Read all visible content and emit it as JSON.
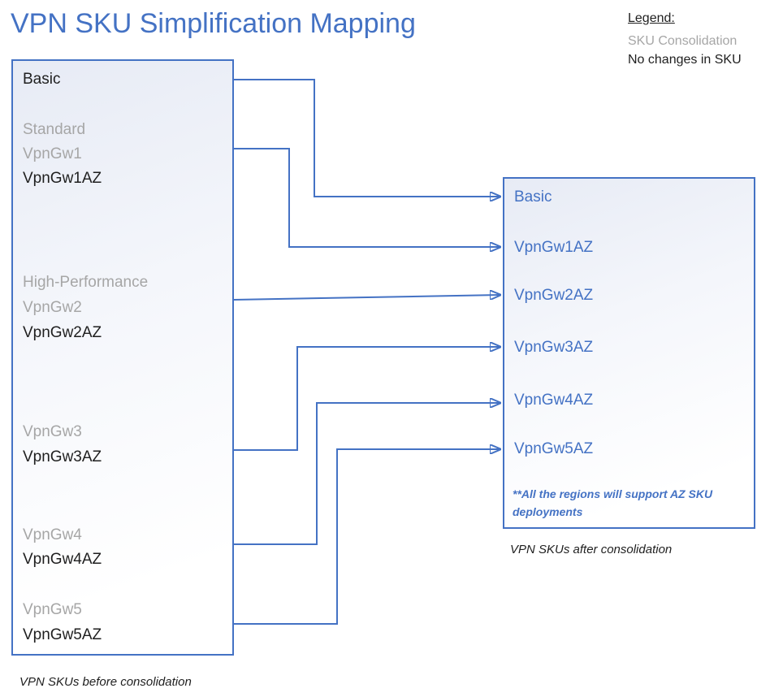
{
  "title": "VPN SKU Simplification Mapping",
  "legend": {
    "heading": "Legend:",
    "items": [
      {
        "label": "SKU Consolidation",
        "meaning": "consolidated"
      },
      {
        "label": "No changes in SKU",
        "meaning": "no-change"
      }
    ]
  },
  "before": {
    "caption": "VPN SKUs before consolidation",
    "items": [
      {
        "label": "Basic",
        "status": "no-change"
      },
      {
        "label": "Standard",
        "status": "consolidated"
      },
      {
        "label": "VpnGw1",
        "status": "consolidated"
      },
      {
        "label": "VpnGw1AZ",
        "status": "no-change"
      },
      {
        "label": "High-Performance",
        "status": "consolidated"
      },
      {
        "label": "VpnGw2",
        "status": "consolidated"
      },
      {
        "label": "VpnGw2AZ",
        "status": "no-change"
      },
      {
        "label": "VpnGw3",
        "status": "consolidated"
      },
      {
        "label": "VpnGw3AZ",
        "status": "no-change"
      },
      {
        "label": "VpnGw4",
        "status": "consolidated"
      },
      {
        "label": "VpnGw4AZ",
        "status": "no-change"
      },
      {
        "label": "VpnGw5",
        "status": "consolidated"
      },
      {
        "label": "VpnGw5AZ",
        "status": "no-change"
      }
    ]
  },
  "after": {
    "caption": "VPN SKUs after consolidation",
    "items": [
      {
        "label": "Basic"
      },
      {
        "label": "VpnGw1AZ"
      },
      {
        "label": "VpnGw2AZ"
      },
      {
        "label": "VpnGw3AZ"
      },
      {
        "label": "VpnGw4AZ"
      },
      {
        "label": "VpnGw5AZ"
      }
    ],
    "note": "**All the regions will support AZ SKU deployments"
  },
  "mappings": [
    {
      "from": "Basic",
      "to": "Basic"
    },
    {
      "from": "Standard / VpnGw1 / VpnGw1AZ",
      "to": "VpnGw1AZ"
    },
    {
      "from": "High-Performance / VpnGw2 / VpnGw2AZ",
      "to": "VpnGw2AZ"
    },
    {
      "from": "VpnGw3 / VpnGw3AZ",
      "to": "VpnGw3AZ"
    },
    {
      "from": "VpnGw4 / VpnGw4AZ",
      "to": "VpnGw4AZ"
    },
    {
      "from": "VpnGw5 / VpnGw5AZ",
      "to": "VpnGw5AZ"
    }
  ],
  "colors": {
    "accent": "#4472C4",
    "muted_gray": "#A6A6A6",
    "text_black": "#1F1F1F"
  }
}
